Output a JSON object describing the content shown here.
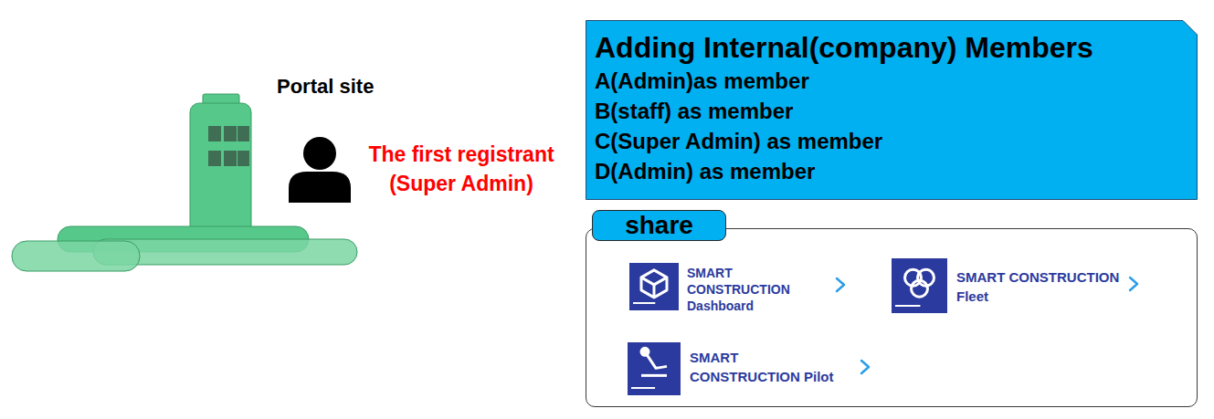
{
  "diagram": {
    "nodes": [
      {
        "text": [
          "Adding Internal(company) Members",
          "A(Admin)as member",
          "B(staff) as member",
          "C(Super Admin) as member",
          "D(Admin) as member"
        ]
      },
      {
        "text": [
          "share"
        ]
      },
      {
        "text": [
          "SMART CONSTRUCTION Dashboard"
        ],
        "in": 1
      },
      {
        "text": [
          "SMART CONSTRUCTION Fleet"
        ],
        "in": 1
      },
      {
        "text": [
          "SMART CONSTRUCTION Pilot"
        ],
        "in": 1
      }
    ],
    "labels": [
      "Portal site",
      "The first registrant (Super Admin)"
    ]
  }
}
